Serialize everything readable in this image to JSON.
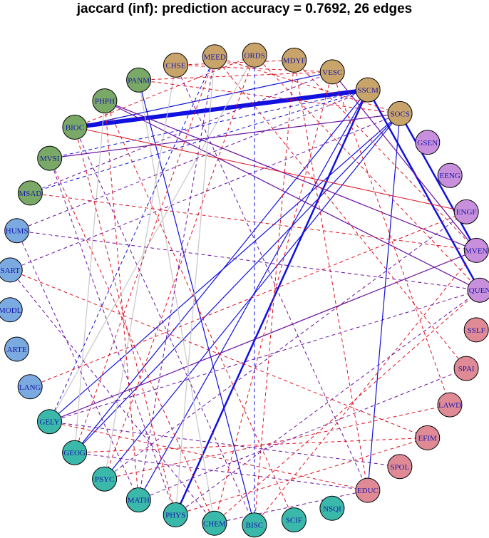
{
  "title": "jaccard (inf): prediction accuracy = 0.7692, 26 edges",
  "palette": {
    "tan": "#c8a46a",
    "green": "#7aa866",
    "blue": "#7aaae0",
    "teal": "#3ab8aa",
    "pink": "#e08a96",
    "lavender": "#c890dc",
    "edge_blue": "#1010e0",
    "edge_red": "#e01020",
    "edge_purple": "#6a10a0",
    "edge_gray": "#c8c8c8"
  },
  "nodes": [
    {
      "id": "CHSE",
      "label": "CHSE",
      "group": "tan"
    },
    {
      "id": "MEED",
      "label": "MEED",
      "group": "tan"
    },
    {
      "id": "ORDS",
      "label": "ORDS",
      "group": "tan"
    },
    {
      "id": "MDYF",
      "label": "MDYF",
      "group": "tan"
    },
    {
      "id": "VESC",
      "label": "VESC",
      "group": "tan"
    },
    {
      "id": "SSCM",
      "label": "SSCM",
      "group": "tan"
    },
    {
      "id": "SOCS",
      "label": "SOCS",
      "group": "tan"
    },
    {
      "id": "GSEN",
      "label": "GSEN",
      "group": "lavender"
    },
    {
      "id": "EENG",
      "label": "EENG",
      "group": "lavender"
    },
    {
      "id": "ENGF",
      "label": "ENGF",
      "group": "lavender"
    },
    {
      "id": "MVEN",
      "label": "MVEN",
      "group": "lavender"
    },
    {
      "id": "QUEN",
      "label": "QUEN",
      "group": "lavender"
    },
    {
      "id": "SSLF",
      "label": "SSLF",
      "group": "pink"
    },
    {
      "id": "SPAI",
      "label": "SPAI",
      "group": "pink"
    },
    {
      "id": "LAWD",
      "label": "LAWD",
      "group": "pink"
    },
    {
      "id": "EFIM",
      "label": "EFIM",
      "group": "pink"
    },
    {
      "id": "SPOL",
      "label": "SPOL",
      "group": "pink"
    },
    {
      "id": "EDUC",
      "label": "EDUC",
      "group": "pink"
    },
    {
      "id": "NSQI",
      "label": "NSQI",
      "group": "teal"
    },
    {
      "id": "SCIF",
      "label": "SCIF",
      "group": "teal"
    },
    {
      "id": "BISC",
      "label": "BISC",
      "group": "teal"
    },
    {
      "id": "CHEM",
      "label": "CHEM",
      "group": "teal"
    },
    {
      "id": "PHYS",
      "label": "PHYS",
      "group": "teal"
    },
    {
      "id": "MATH",
      "label": "MATH",
      "group": "teal"
    },
    {
      "id": "PSYC",
      "label": "PSYC",
      "group": "teal"
    },
    {
      "id": "GEOG",
      "label": "GEOG",
      "group": "teal"
    },
    {
      "id": "GELY",
      "label": "GELY",
      "group": "teal"
    },
    {
      "id": "LANG",
      "label": "LANG",
      "group": "blue"
    },
    {
      "id": "ARTE",
      "label": "ARTE",
      "group": "blue"
    },
    {
      "id": "MODL",
      "label": "MODL",
      "group": "blue"
    },
    {
      "id": "SART",
      "label": "SART",
      "group": "blue"
    },
    {
      "id": "HUMS",
      "label": "HUMS",
      "group": "blue"
    },
    {
      "id": "MSAD",
      "label": "MSAD",
      "group": "green"
    },
    {
      "id": "MVSI",
      "label": "MVSI",
      "group": "green"
    },
    {
      "id": "BIOC",
      "label": "BIOC",
      "group": "green"
    },
    {
      "id": "PHPH",
      "label": "PHPH",
      "group": "green"
    },
    {
      "id": "PANM",
      "label": "PANM",
      "group": "green"
    }
  ],
  "edges": [
    {
      "source": "BIOC",
      "target": "SSCM",
      "color": "edge_blue",
      "style": "solid",
      "weight": 6
    },
    {
      "source": "SSCM",
      "target": "QUEN",
      "color": "edge_blue",
      "style": "solid",
      "weight": 2.5
    },
    {
      "source": "SOCS",
      "target": "MVEN",
      "color": "edge_blue",
      "style": "solid",
      "weight": 2.5
    },
    {
      "source": "SSCM",
      "target": "PHYS",
      "color": "edge_blue",
      "style": "solid",
      "weight": 2.5
    },
    {
      "source": "SOCS",
      "target": "GELY",
      "color": "edge_blue",
      "style": "solid",
      "weight": 1.2
    },
    {
      "source": "SOCS",
      "target": "GEOG",
      "color": "edge_blue",
      "style": "solid",
      "weight": 1.2
    },
    {
      "source": "SSCM",
      "target": "GEOG",
      "color": "edge_blue",
      "style": "solid",
      "weight": 1.2
    },
    {
      "source": "SOCS",
      "target": "PSYC",
      "color": "edge_blue",
      "style": "solid",
      "weight": 1.2
    },
    {
      "source": "SOCS",
      "target": "EDUC",
      "color": "edge_blue",
      "style": "solid",
      "weight": 1.2
    },
    {
      "source": "SSCM",
      "target": "MATH",
      "color": "edge_blue",
      "style": "solid",
      "weight": 1.2
    },
    {
      "source": "PANM",
      "target": "BISC",
      "color": "edge_blue",
      "style": "solid",
      "weight": 1.2
    },
    {
      "source": "BIOC",
      "target": "VESC",
      "color": "edge_blue",
      "style": "solid",
      "weight": 1.2
    },
    {
      "source": "PHPH",
      "target": "MVEN",
      "color": "edge_purple",
      "style": "solid",
      "weight": 1.2
    },
    {
      "source": "PHPH",
      "target": "QUEN",
      "color": "edge_purple",
      "style": "solid",
      "weight": 1.2
    },
    {
      "source": "MVSI",
      "target": "SOCS",
      "color": "edge_purple",
      "style": "solid",
      "weight": 1.2
    },
    {
      "source": "GELY",
      "target": "MVEN",
      "color": "edge_purple",
      "style": "solid",
      "weight": 1.2
    },
    {
      "source": "VESC",
      "target": "MVEN",
      "color": "edge_purple",
      "style": "solid",
      "weight": 1.2
    },
    {
      "source": "BIOC",
      "target": "ENGF",
      "color": "edge_red",
      "style": "solid",
      "weight": 1.0
    },
    {
      "source": "PANM",
      "target": "CHEM",
      "color": "edge_gray",
      "style": "solid",
      "weight": 1.2
    },
    {
      "source": "CHSE",
      "target": "PSYC",
      "color": "edge_gray",
      "style": "solid",
      "weight": 1.2
    },
    {
      "source": "MEED",
      "target": "PHYS",
      "color": "edge_gray",
      "style": "solid",
      "weight": 1.2
    },
    {
      "source": "PHPH",
      "target": "GEOG",
      "color": "edge_gray",
      "style": "solid",
      "weight": 1.2
    },
    {
      "source": "ORDS",
      "target": "GELY",
      "color": "edge_gray",
      "style": "solid",
      "weight": 1.2
    },
    {
      "source": "CHSE",
      "target": "VESC",
      "color": "edge_red",
      "style": "dashed",
      "weight": 1
    },
    {
      "source": "PANM",
      "target": "VESC",
      "color": "edge_red",
      "style": "dashed",
      "weight": 1
    },
    {
      "source": "CHSE",
      "target": "MDYF",
      "color": "edge_red",
      "style": "dashed",
      "weight": 1
    },
    {
      "source": "BIOC",
      "target": "ORDS",
      "color": "edge_red",
      "style": "dashed",
      "weight": 1
    },
    {
      "source": "MEED",
      "target": "SOCS",
      "color": "edge_red",
      "style": "dashed",
      "weight": 1
    },
    {
      "source": "PANM",
      "target": "SOCS",
      "color": "edge_red",
      "style": "dashed",
      "weight": 1
    },
    {
      "source": "MDYF",
      "target": "MVEN",
      "color": "edge_red",
      "style": "dashed",
      "weight": 1
    },
    {
      "source": "ORDS",
      "target": "QUEN",
      "color": "edge_red",
      "style": "dashed",
      "weight": 1
    },
    {
      "source": "MEED",
      "target": "SPAI",
      "color": "edge_red",
      "style": "dashed",
      "weight": 1
    },
    {
      "source": "MDYF",
      "target": "EDUC",
      "color": "edge_red",
      "style": "dashed",
      "weight": 1
    },
    {
      "source": "VESC",
      "target": "LAWD",
      "color": "edge_red",
      "style": "dashed",
      "weight": 1
    },
    {
      "source": "MSAD",
      "target": "MVEN",
      "color": "edge_red",
      "style": "dashed",
      "weight": 1
    },
    {
      "source": "SART",
      "target": "EFIM",
      "color": "edge_red",
      "style": "dashed",
      "weight": 1
    },
    {
      "source": "LANG",
      "target": "ENGF",
      "color": "edge_red",
      "style": "dashed",
      "weight": 1
    },
    {
      "source": "PHPH",
      "target": "SCIF",
      "color": "edge_red",
      "style": "dashed",
      "weight": 1
    },
    {
      "source": "MVSI",
      "target": "CHEM",
      "color": "edge_red",
      "style": "dashed",
      "weight": 1
    },
    {
      "source": "PHPH",
      "target": "MATH",
      "color": "edge_red",
      "style": "dashed",
      "weight": 1
    },
    {
      "source": "BIOC",
      "target": "PHYS",
      "color": "edge_red",
      "style": "dashed",
      "weight": 1
    },
    {
      "source": "MEED",
      "target": "GEOG",
      "color": "edge_red",
      "style": "dashed",
      "weight": 1
    },
    {
      "source": "ORDS",
      "target": "PSYC",
      "color": "edge_red",
      "style": "dashed",
      "weight": 1
    },
    {
      "source": "MDYF",
      "target": "BISC",
      "color": "edge_red",
      "style": "dashed",
      "weight": 1
    },
    {
      "source": "VESC",
      "target": "CHEM",
      "color": "edge_red",
      "style": "dashed",
      "weight": 1
    },
    {
      "source": "GEOG",
      "target": "EFIM",
      "color": "edge_red",
      "style": "dashed",
      "weight": 1
    },
    {
      "source": "GELY",
      "target": "EDUC",
      "color": "edge_red",
      "style": "dashed",
      "weight": 1
    },
    {
      "source": "PSYC",
      "target": "LAWD",
      "color": "edge_red",
      "style": "dashed",
      "weight": 1
    },
    {
      "source": "CHEM",
      "target": "QUEN",
      "color": "edge_red",
      "style": "dashed",
      "weight": 1
    },
    {
      "source": "PHYS",
      "target": "EFIM",
      "color": "edge_red",
      "style": "dashed",
      "weight": 1
    },
    {
      "source": "BISC",
      "target": "MVEN",
      "color": "edge_red",
      "style": "dashed",
      "weight": 1
    },
    {
      "source": "HUMS",
      "target": "SSCM",
      "color": "edge_purple",
      "style": "dashed",
      "weight": 1
    },
    {
      "source": "HUMS",
      "target": "QUEN",
      "color": "edge_purple",
      "style": "dashed",
      "weight": 1
    },
    {
      "source": "HUMS",
      "target": "MATH",
      "color": "edge_purple",
      "style": "dashed",
      "weight": 1
    },
    {
      "source": "SART",
      "target": "CHEM",
      "color": "edge_purple",
      "style": "dashed",
      "weight": 1
    },
    {
      "source": "SART",
      "target": "SOCS",
      "color": "edge_purple",
      "style": "dashed",
      "weight": 1
    },
    {
      "source": "MSAD",
      "target": "VESC",
      "color": "edge_purple",
      "style": "dashed",
      "weight": 1
    },
    {
      "source": "MVSI",
      "target": "PHYS",
      "color": "edge_purple",
      "style": "dashed",
      "weight": 1
    },
    {
      "source": "BIOC",
      "target": "BISC",
      "color": "edge_purple",
      "style": "dashed",
      "weight": 1
    },
    {
      "source": "MEED",
      "target": "MATH",
      "color": "edge_purple",
      "style": "dashed",
      "weight": 1
    },
    {
      "source": "GELY",
      "target": "QUEN",
      "color": "edge_purple",
      "style": "dashed",
      "weight": 1
    },
    {
      "source": "GELY",
      "target": "SPOL",
      "color": "edge_purple",
      "style": "dashed",
      "weight": 1
    },
    {
      "source": "PSYC",
      "target": "ENGF",
      "color": "edge_purple",
      "style": "dashed",
      "weight": 1
    },
    {
      "source": "GEOG",
      "target": "EDUC",
      "color": "edge_purple",
      "style": "dashed",
      "weight": 1
    },
    {
      "source": "MATH",
      "target": "SPAI",
      "color": "edge_purple",
      "style": "dashed",
      "weight": 1
    },
    {
      "source": "CHEM",
      "target": "EDUC",
      "color": "edge_purple",
      "style": "dashed",
      "weight": 1
    },
    {
      "source": "PHYS",
      "target": "QUEN",
      "color": "edge_purple",
      "style": "dashed",
      "weight": 1
    },
    {
      "source": "CHSE",
      "target": "EDUC",
      "color": "edge_purple",
      "style": "dashed",
      "weight": 1
    },
    {
      "source": "SSCM",
      "target": "MVSI",
      "color": "edge_blue",
      "style": "dashed",
      "weight": 1
    },
    {
      "source": "SSCM",
      "target": "MSAD",
      "color": "edge_blue",
      "style": "dashed",
      "weight": 1
    },
    {
      "source": "MEED",
      "target": "GELY",
      "color": "edge_blue",
      "style": "dashed",
      "weight": 1
    },
    {
      "source": "ORDS",
      "target": "BISC",
      "color": "edge_blue",
      "style": "dashed",
      "weight": 1
    }
  ]
}
